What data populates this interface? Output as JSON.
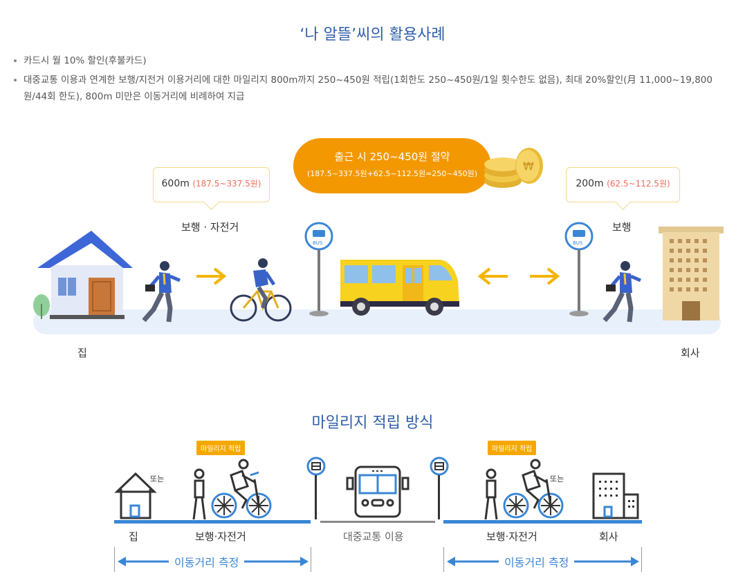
{
  "section1": {
    "title": "‘나 알뜰’씨의 활용사례",
    "bullets": [
      "카드시 월 10% 할인(후불카드)",
      "대중교통 이용과 연계한 보행/지전거 이용거리에 대한 마일리지 800m까지 250~450원 적립(1회한도 250~450원/1일 횟수한도 없음), 최대 20%할인(月 11,000~19,800원/44회 한도), 800m 미만은 이동거리에 비례하여 지급"
    ],
    "savings": {
      "main": "출근 시 250~450원 절약",
      "detail": "(187.5~337.5원+62.5~112.5원=250~450원)"
    },
    "left_bubble": {
      "distance": "600m",
      "range": "(187.5~337.5원)"
    },
    "right_bubble": {
      "distance": "200m",
      "range": "(62.5~112.5원)"
    },
    "left_mode": "보행 · 자전거",
    "right_mode": "보행",
    "bus_sign": "BUS",
    "home_label": "집",
    "office_label": "회사"
  },
  "section2": {
    "title": "마일리지 적립 방식",
    "tag_left": "마일리지 적립",
    "tag_right": "마일리지 적립",
    "or_house": "또는",
    "or_bike": "또는",
    "home": "집",
    "walk_bike_left": "보행·자전거",
    "transit": "대중교통 이용",
    "walk_bike_right": "보행·자전거",
    "office": "회사",
    "measure_left": "이동거리 측정",
    "measure_right": "이동거리 측정"
  },
  "colors": {
    "title_blue": "#2f5ea8",
    "accent_orange": "#f39800",
    "bus_yellow": "#f7d21f",
    "line_blue": "#3a86d6",
    "range_red": "#f06c5a"
  }
}
